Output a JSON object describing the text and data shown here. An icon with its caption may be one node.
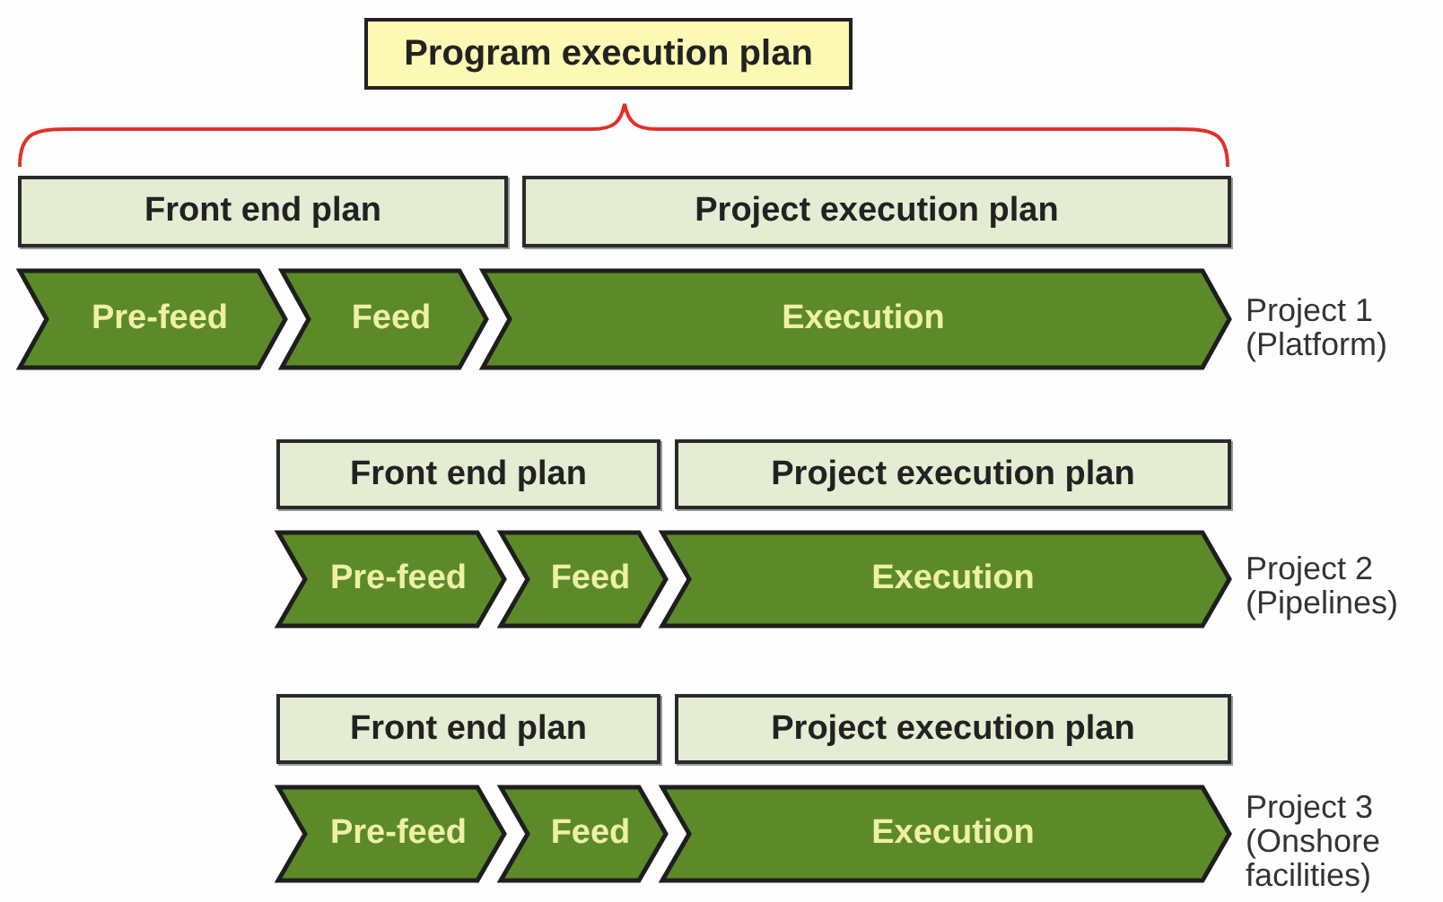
{
  "diagram": {
    "nodes": [
      {
        "text": [
          "Program execution plan"
        ]
      },
      {
        "text": [
          "Front end plan"
        ]
      },
      {
        "text": [
          "Project execution plan"
        ]
      },
      {
        "text": [
          "Pre-feed"
        ]
      },
      {
        "text": [
          "Feed"
        ]
      },
      {
        "text": [
          "Execution"
        ]
      },
      {
        "text": [
          "Front end plan"
        ]
      },
      {
        "text": [
          "Project execution plan"
        ]
      },
      {
        "text": [
          "Pre-feed"
        ]
      },
      {
        "text": [
          "Feed"
        ]
      },
      {
        "text": [
          "Execution"
        ]
      },
      {
        "text": [
          "Front end plan"
        ]
      },
      {
        "text": [
          "Project execution plan"
        ]
      },
      {
        "text": [
          "Pre-feed"
        ]
      },
      {
        "text": [
          "Feed"
        ]
      },
      {
        "text": [
          "Execution"
        ]
      }
    ],
    "edges": [],
    "labels": [
      "Project 1 (Platform)",
      "Project 2 (Pipelines)",
      "Project 3 (Onshore facilities)"
    ]
  }
}
